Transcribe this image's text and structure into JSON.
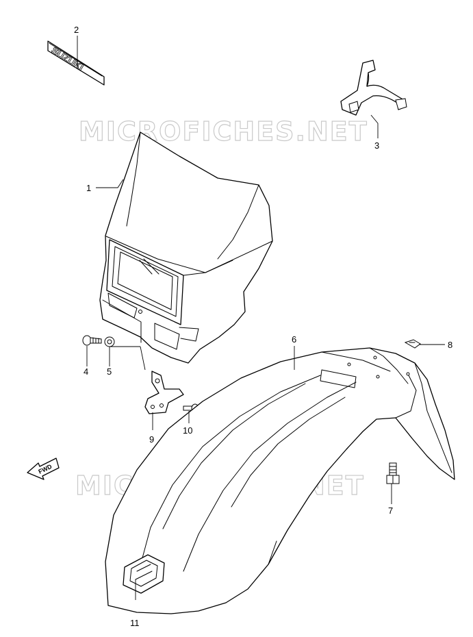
{
  "watermarks": [
    "MICROFICHES.NET",
    "MICROFICHES.NET"
  ],
  "emblem_text": "SUZUKI",
  "fwd_arrow_text": "FWD",
  "callouts": [
    {
      "id": "1",
      "label": "1"
    },
    {
      "id": "2",
      "label": "2"
    },
    {
      "id": "3",
      "label": "3"
    },
    {
      "id": "4",
      "label": "4"
    },
    {
      "id": "5",
      "label": "5"
    },
    {
      "id": "6",
      "label": "6"
    },
    {
      "id": "7",
      "label": "7"
    },
    {
      "id": "8",
      "label": "8"
    },
    {
      "id": "9",
      "label": "9"
    },
    {
      "id": "10",
      "label": "10"
    },
    {
      "id": "11",
      "label": "11"
    }
  ]
}
